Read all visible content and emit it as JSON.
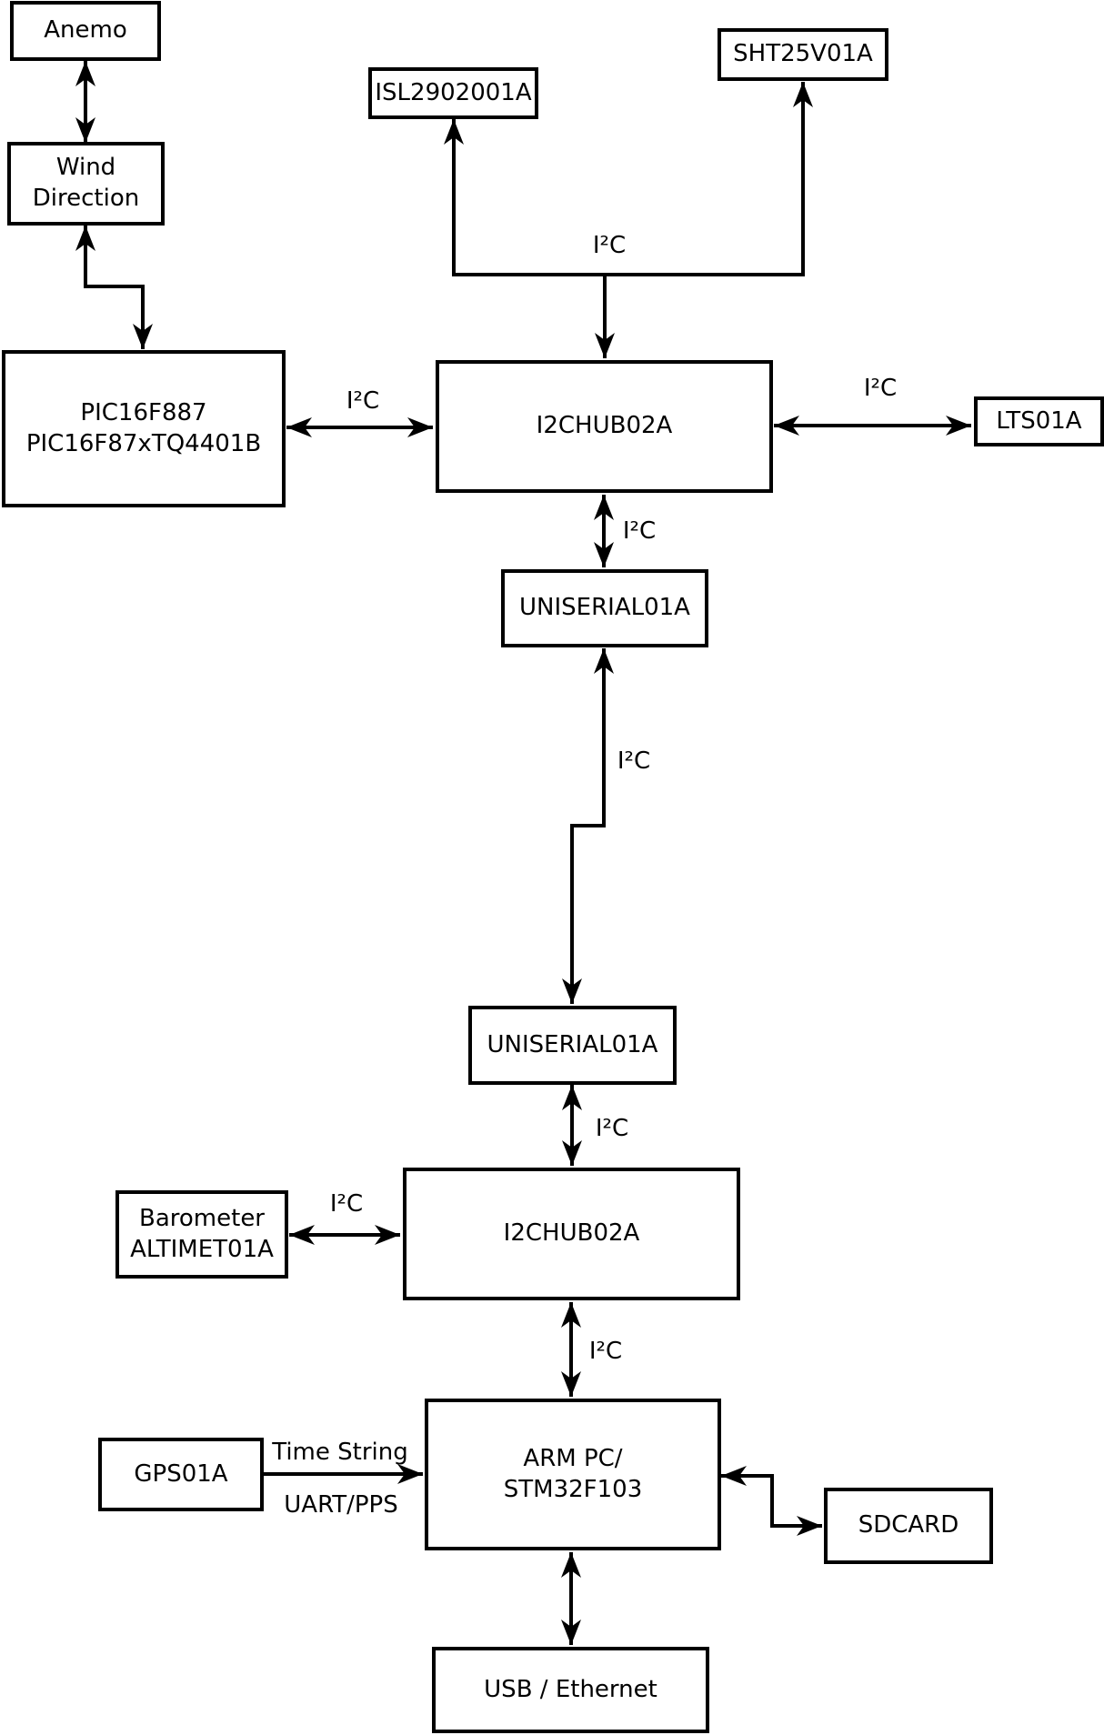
{
  "diagram": {
    "background": "#ffffff",
    "line_color": "#000000",
    "nodes": {
      "anemo": {
        "label": "Anemo"
      },
      "wind_direction": {
        "label": "Wind",
        "label2": "Direction"
      },
      "pic": {
        "label": "PIC16F887",
        "label2": "PIC16F87xTQ4401B"
      },
      "isl": {
        "label": "ISL2902001A"
      },
      "sht": {
        "label": "SHT25V01A"
      },
      "i2chub_top": {
        "label": "I2CHUB02A"
      },
      "lts": {
        "label": "LTS01A"
      },
      "uniserial_top": {
        "label": "UNISERIAL01A"
      },
      "uniserial_bottom": {
        "label": "UNISERIAL01A"
      },
      "i2chub_bottom": {
        "label": "I2CHUB02A"
      },
      "barometer": {
        "label": "Barometer",
        "label2": "ALTIMET01A"
      },
      "gps": {
        "label": "GPS01A"
      },
      "arm_pc": {
        "label": "ARM PC/",
        "label2": "STM32F103"
      },
      "sdcard": {
        "label": "SDCARD"
      },
      "usb_ethernet": {
        "label": "USB / Ethernet"
      }
    },
    "edge_labels": {
      "sensor_bus_i2c": "I²C",
      "pic_hub_i2c": "I²C",
      "hub_lts_i2c": "I²C",
      "hub_uniserial_i2c": "I²C",
      "uniserial_link_i2c": "I²C",
      "uniserial_hub2_i2c": "I²C",
      "barometer_hub2_i2c": "I²C",
      "hub2_arm_i2c": "I²C",
      "gps_arm_signal": "Time String",
      "gps_arm_interface": "UART/PPS"
    }
  }
}
